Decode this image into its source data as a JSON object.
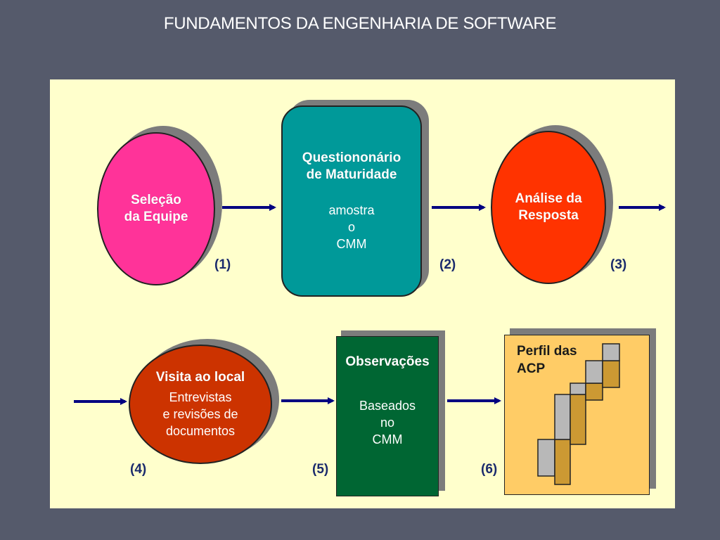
{
  "slide": {
    "title": "FUNDAMENTOS DA ENGENHARIA DE SOFTWARE"
  },
  "nodes": {
    "n1": {
      "line1": "Seleção",
      "line2": "da Equipe",
      "step": "(1)",
      "color": "#ff3399"
    },
    "n2": {
      "title1": "Questiononário",
      "title2": "de  Maturidade",
      "body1": "amostra",
      "body2": "o",
      "body3": "CMM",
      "step": "(2)",
      "color": "#009999"
    },
    "n3": {
      "line1": "Análise da",
      "line2": "Resposta",
      "step": "(3)",
      "color": "#ff3300"
    },
    "n4": {
      "title": "Visita ao local",
      "body1": "Entrevistas",
      "body2": "e revisões de",
      "body3": "documentos",
      "step": "(4)",
      "color": "#cc3300"
    },
    "n5": {
      "title": "Observações",
      "body1": "Baseados",
      "body2": "no",
      "body3": "CMM",
      "step": "(5)",
      "color": "#006633"
    },
    "n6": {
      "title1": "Perfil das",
      "title2": "ACP",
      "step": "(6)",
      "color": "#ffcc66"
    }
  },
  "colors": {
    "arrow": "#000080",
    "panel": "#ffffcc",
    "step_text": "#1a2a6c"
  }
}
